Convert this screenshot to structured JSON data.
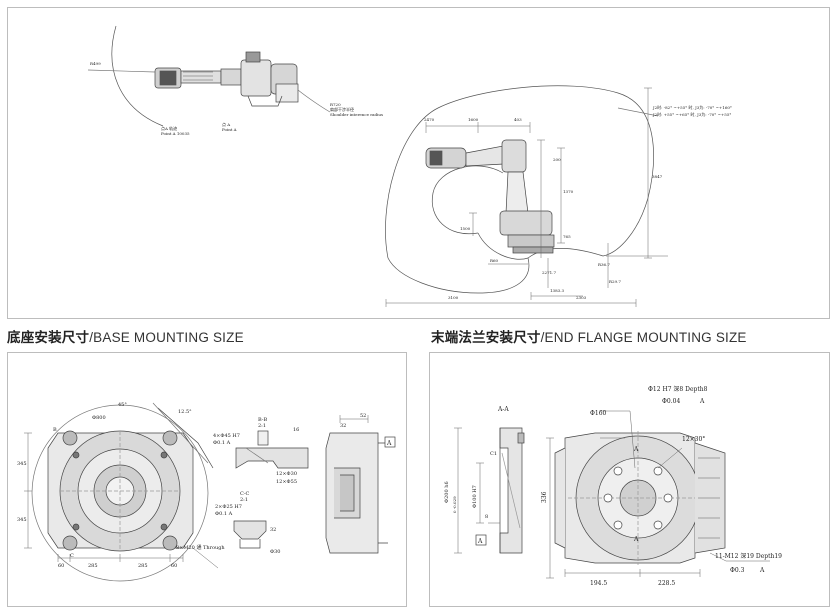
{
  "titles": {
    "base_cn": "底座安装尺寸",
    "base_en": "/BASE MOUNTING SIZE",
    "flange_cn": "末端法兰安装尺寸",
    "flange_en": "/END FLANGE MOUNTING SIZE"
  },
  "top": {
    "r_label": "R499",
    "point_a4_cn": "点A 轨迹",
    "point_a4_en": "Point A 10035",
    "point_a_cn": "点 A",
    "point_a_en": "Point A",
    "shoulder_val": "R720",
    "shoulder_cn": "肩部干涉半径",
    "shoulder_en": "Shoulder interence radius",
    "j3_note1": "J2时: -82° ~+55° 时, J3为: -70° ~+160°",
    "j3_note2": "J2时: +55° ~+65° 时, J3为: -70° ~+55°",
    "dim_2470": "2470",
    "dim_1600": "1600",
    "dim_403": "403",
    "dim_1370": "1370",
    "dim_200": "200",
    "dim_3847": "3847",
    "dim_1500": "1500",
    "dim_765": "765",
    "dim_r4": "R36.7",
    "dim_3100": "3100",
    "dim_1383": "1383.3",
    "dim_2303": "2303",
    "dim_2271": "2271.7",
    "dim_r_b": "R29.7",
    "dim_90": "R60"
  },
  "base": {
    "phi800": "Φ800",
    "ang45": "45°",
    "ang12_5": "12.5°",
    "label_b": "B",
    "label_c": "C",
    "dim_345a": "345",
    "dim_345b": "345",
    "dim_60a": "60",
    "dim_285a": "285",
    "dim_285b": "285",
    "dim_60b": "60",
    "bb_title": "B-B",
    "bb_scale": "2:1",
    "hole1": "4×Φ45 H7",
    "hole1_tol": "Φ0.1 A",
    "dim_16": "16",
    "dim_12x30": "12×Φ30",
    "dim_12x55": "12×Φ55",
    "cc_title": "C-C",
    "cc_scale": "2:1",
    "hole2": "2×Φ25 H7",
    "hole2_tol": "Φ0.1 A",
    "dim_32": "32",
    "dim_30": "Φ30",
    "thread": "8×M20 通 Through",
    "dim_52": "52",
    "dim_32b": "32",
    "datum_a": "A"
  },
  "flange": {
    "aa_title": "A-A",
    "c1": "C1",
    "dim_200": "Φ200 h6",
    "dim_200_tol": "0 -0.029",
    "dim_100": "Φ100 H7",
    "dim_8": "8",
    "datum_a": "A",
    "phi12": "Φ12 H7 深8 Depth8",
    "phi12_tol1": "Φ0.04",
    "phi12_tol2": "A",
    "phi160": "Φ160",
    "ang30": "12×30°",
    "dim_336": "336",
    "label_a1": "A",
    "label_a2": "A",
    "holes": "11-M12 深19 Depth19",
    "holes_tol1": "Φ0.3",
    "holes_tol2": "A",
    "dim_194": "194.5",
    "dim_228": "228.5"
  }
}
